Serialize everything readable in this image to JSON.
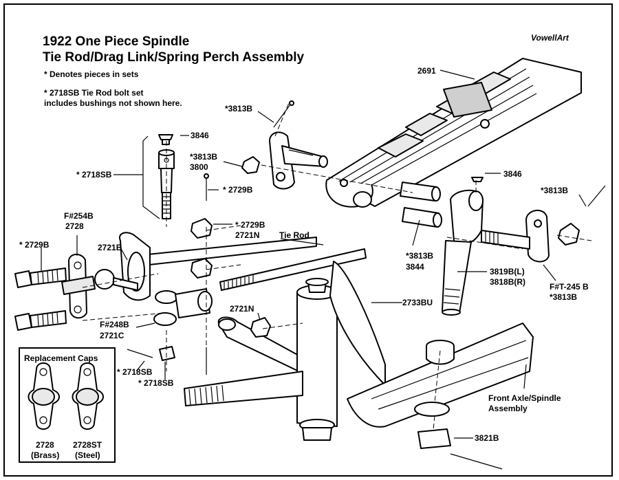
{
  "title": {
    "line1": "1922 One Piece Spindle",
    "line2": "Tie Rod/Drag Link/Spring Perch Assembly"
  },
  "credit": "VowellArt",
  "notes": {
    "line1": "* Denotes pieces in sets",
    "line2": "* 2718SB Tie Rod bolt set",
    "line3": "includes bushings not shown here."
  },
  "labels": {
    "p2691": "2691",
    "p3813b_top": "*3813B",
    "p3846_left": "3846",
    "p3813b_3800_a": "*3813B",
    "p3800": "3800",
    "p2718sb_left": "* 2718SB",
    "p2729b_pin": "* 2729B",
    "p2729b_nut": "* 2729B",
    "p2721n_top": "2721N",
    "tie_rod": "Tie Rod",
    "f254b": "F#254B",
    "p2728": "2728",
    "p2729b_bolt": "* 2729B",
    "p2721b": "2721B",
    "p3846_right": "3846",
    "p3813b_right": "*3813B",
    "p3813b_3844_a": "*3813B",
    "p3844": "3844",
    "p3819b": "3819B(L)",
    "p3818b": "3818B(R)",
    "ft245b": "F#T-245 B",
    "p3813b_ft": "*3813B",
    "p2733bu": "2733BU",
    "p2721n_mid": "2721N",
    "f248b": "F#248B",
    "p2721c": "2721C",
    "p2718sb_pin": "* 2718SB",
    "p2718sb_nut": "* 2718SB",
    "front_axle_1": "Front Axle/Spindle",
    "front_axle_2": "Assembly",
    "p3821b": "3821B"
  },
  "replacement_caps": {
    "heading": "Replacement Caps",
    "cap1_number": "2728",
    "cap1_material": "(Brass)",
    "cap2_number": "2728ST",
    "cap2_material": "(Steel)"
  }
}
